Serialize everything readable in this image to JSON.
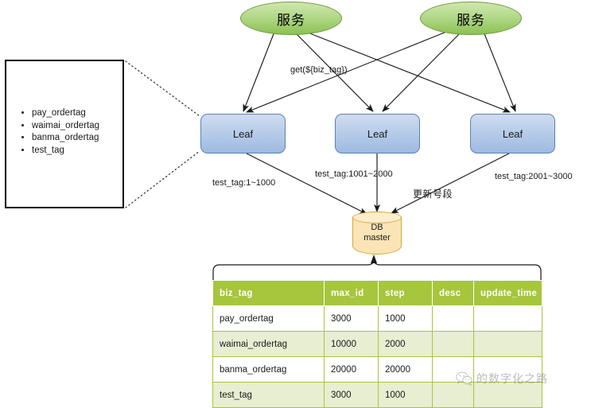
{
  "diagram": {
    "services": [
      {
        "label": "服务"
      },
      {
        "label": "服务"
      }
    ],
    "leaves": [
      {
        "label": "Leaf"
      },
      {
        "label": "Leaf"
      },
      {
        "label": "Leaf"
      }
    ],
    "database": {
      "line1": "DB",
      "line2": "master"
    },
    "edge_labels": {
      "get_call": "get(${biz_tag})",
      "range_left": "test_tag:1~1000",
      "range_mid": "test_tag:1001~2000",
      "range_right": "test_tag:2001~3000",
      "update_segment": "更新号段"
    },
    "annotation": {
      "items": [
        "pay_ordertag",
        "waimai_ordertag",
        "banma_ordertag",
        "test_tag"
      ]
    }
  },
  "table": {
    "columns": [
      "biz_tag",
      "max_id",
      "step",
      "desc",
      "update_time"
    ],
    "rows": [
      [
        "pay_ordertag",
        "3000",
        "1000",
        "",
        ""
      ],
      [
        "waimai_ordertag",
        "10000",
        "2000",
        "",
        ""
      ],
      [
        "banma_ordertag",
        "20000",
        "20000",
        "",
        ""
      ],
      [
        "test_tag",
        "3000",
        "1000",
        "",
        ""
      ]
    ]
  },
  "watermark": {
    "text": "的数字化之路"
  },
  "colors": {
    "service_fill": "#8cc152",
    "leaf_fill": "#9dbbe2",
    "db_fill": "#fbe5b6",
    "table_header": "#a6c63e",
    "table_row_alt": "#e7eed2"
  }
}
